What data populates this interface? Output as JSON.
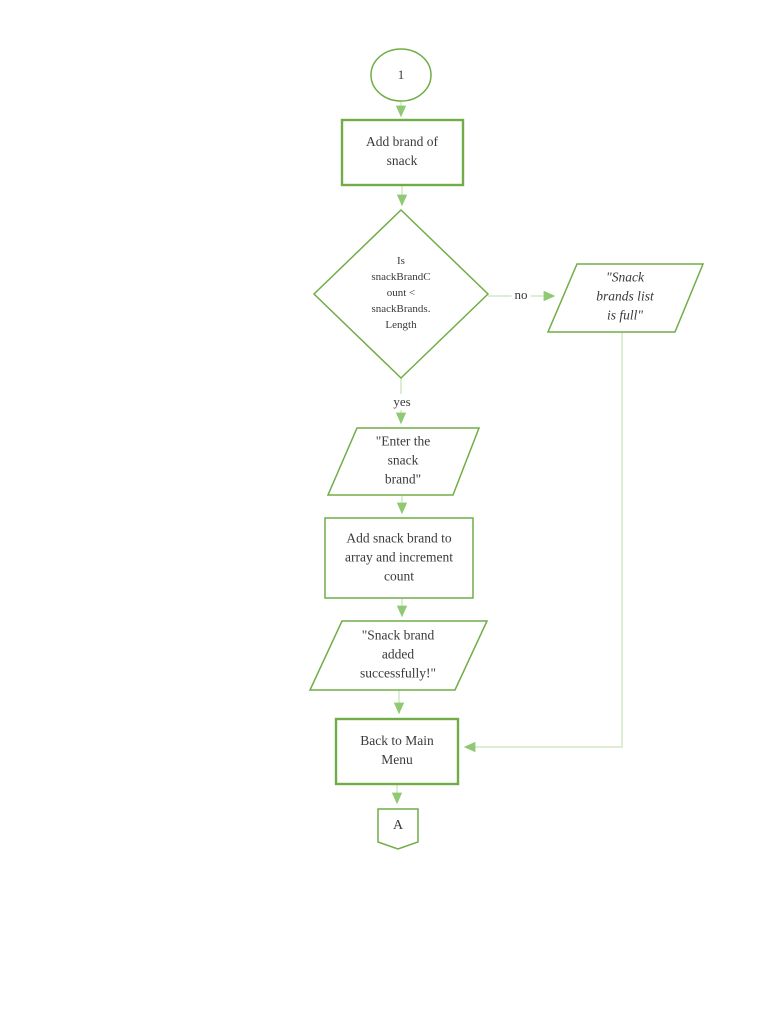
{
  "page": {
    "background": "#ffffff"
  },
  "colors": {
    "shape_stroke": "#70ad47",
    "connector_line": "#c9e3ba",
    "arrowhead": "#8fc973",
    "text": "#3a3a3a"
  },
  "flowchart": {
    "start_connector": {
      "label": "1"
    },
    "process_add_brand": {
      "lines": [
        "Add brand of",
        "snack"
      ]
    },
    "decision_count_check": {
      "lines": [
        "Is",
        "snackBrandC",
        "ount <",
        "snackBrands.",
        "Length"
      ]
    },
    "edge_no": {
      "label": "no"
    },
    "edge_yes": {
      "label": "yes"
    },
    "output_list_full": {
      "lines": [
        "\"Snack",
        "brands list",
        "is full\""
      ]
    },
    "input_enter_brand": {
      "lines": [
        "\"Enter the",
        "snack",
        "brand\""
      ]
    },
    "process_add_to_array": {
      "lines": [
        "Add snack brand to",
        "array and increment",
        "count"
      ]
    },
    "output_added_success": {
      "lines": [
        "\"Snack brand",
        "added",
        "successfully!\""
      ]
    },
    "process_back_to_menu": {
      "lines": [
        "Back to Main",
        "Menu"
      ]
    },
    "offpage_connector": {
      "label": "A"
    }
  }
}
